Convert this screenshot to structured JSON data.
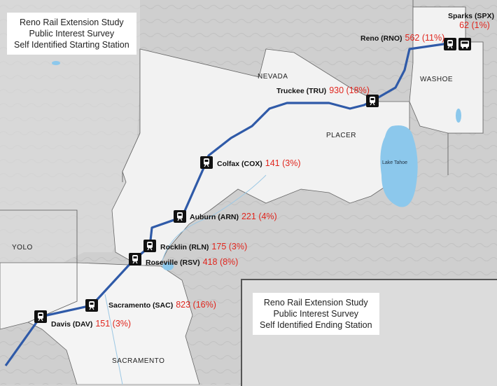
{
  "map": {
    "title_lines": [
      "Reno Rail Extension Study",
      "Public Interest Survey",
      "Self Identified Starting Station"
    ],
    "inset_title_lines": [
      "Reno Rail Extension Study",
      "Public Interest Survey",
      "Self Identified Ending Station"
    ],
    "regions": {
      "nevada": "NEVADA",
      "washoe": "WASHOE",
      "placer": "PLACER",
      "yolo": "YOLO",
      "sacramento": "SACRAMENTO",
      "lake_tahoe": "Lake Tahoe"
    },
    "stations": [
      {
        "name": "Sparks (SPX)",
        "stat": "62 (1%)"
      },
      {
        "name": "Reno (RNO)",
        "stat": "562 (11%)"
      },
      {
        "name": "Truckee (TRU)",
        "stat": "930 (18%)"
      },
      {
        "name": "Colfax (COX)",
        "stat": "141 (3%)"
      },
      {
        "name": "Auburn (ARN)",
        "stat": "221 (4%)"
      },
      {
        "name": "Rocklin (RLN)",
        "stat": "175 (3%)"
      },
      {
        "name": "Roseville (RSV)",
        "stat": "418 (8%)"
      },
      {
        "name": "Sacramento (SAC)",
        "stat": "823 (16%)"
      },
      {
        "name": "Davis (DAV)",
        "stat": "151 (3%)"
      }
    ],
    "colors": {
      "route": "#2f5aa8",
      "stat_text": "#e0261e",
      "placer_fill": "#f2f2f2",
      "water": "#8cc8ec"
    }
  }
}
